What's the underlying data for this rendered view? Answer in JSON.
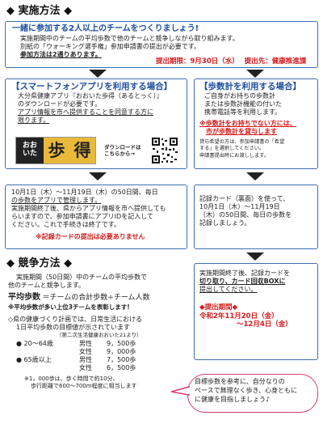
{
  "section1": {
    "title": "実施方法",
    "main_box": {
      "heading": "一緒に参加する2人以上のチームをつくりましょう!",
      "lines": [
        "実施期間中のチームの平均歩数で他のチームと競争しながら取り組みます。",
        "別紙の「ウォーキング選手権」参加申請書の提出が必要です。",
        "参加方法は2通りあります。"
      ],
      "link_text": "「ウォーキング選手権」参加申請書",
      "method_strong": "参加方法は2通り",
      "deadline": "提出期限：9月30日（水）",
      "submit_to": "提出先：健康推進課"
    },
    "smartphone": {
      "heading": "【スマートフォンアプリを利用する場合】",
      "lines": [
        "大分県健康アプリ『おおいた歩得（あるとっく）』",
        "のダウンロードが必要です。",
        "アプリ情報を市へ提供することを同意する方に",
        "限ります。"
      ],
      "app_chars": [
        "おお",
        "いた",
        "歩",
        "得"
      ],
      "qr_note": [
        "ダウンロードは",
        "こちらから→"
      ]
    },
    "pedometer": {
      "heading": "【歩数計を利用する場合】",
      "lines": [
        "ご自身がお持ちの歩数計",
        "または歩数計機能の付いた",
        "携帯電話等を利用します。"
      ],
      "red_lines": [
        "※歩数計をお持ちでない方には、",
        "市が歩数計を貸与します"
      ],
      "small_lines": [
        "貸与希望の方は、参加申請書の「希望",
        "する」を選択してください。",
        "申請書提出時にお渡しします。"
      ]
    },
    "app_period": {
      "lines": [
        "10月1日（木）～11月19日（木）の50日間、毎日",
        "の歩数をアプリで管理します。",
        "実施期間終了後、県からアプリ情報を市へ提供しても",
        "らいますので、参加申請書にアプリIDを記入して",
        "ください。これで手続きは終了です。"
      ],
      "note": "※記録カードの提出は必要ありません"
    },
    "card_period": {
      "lines": [
        "記録カード（裏面）を使って、",
        "10月1日（木）～11月19日",
        "（木）の50日間、毎日の歩数を",
        "記録しましょう。"
      ]
    }
  },
  "section2": {
    "title": "競争方法",
    "intro": [
      "実施期間（50日間）中のチームの平均歩数で",
      "他のチームと競争します。"
    ],
    "formula_label": "平均歩数",
    "formula_rest": "＝チームの合計歩数÷チーム人数",
    "red_note": "※平均歩数が多い上位3チームを表彰します!",
    "plan_lines": [
      "◇県の健康づくり計画では、日常生活における",
      "1日平均歩数の目標値が示されています"
    ],
    "source": "（第二次生活健康おおいた21より）",
    "targets": [
      {
        "group": "● 20～64歳",
        "sex": "男性",
        "steps": "9，500歩"
      },
      {
        "group": "",
        "sex": "女性",
        "steps": "9，000歩"
      },
      {
        "group": "● 65歳以上",
        "sex": "男性",
        "steps": "7，500歩"
      },
      {
        "group": "",
        "sex": "女性",
        "steps": "6，500歩"
      }
    ],
    "footnote": [
      "※1，000歩は、歩く時間で約10分、",
      "歩行距離で600～700m程度に相当します"
    ]
  },
  "right_box": {
    "lines": [
      "実施期間終了後、記録カードを",
      "切り取り、カード回収BOXに",
      "提出してください。"
    ],
    "deadline_label": "◆提出期間◆",
    "deadline_dates": [
      "令和2年11月20日（金）",
      "～12月4日（金）"
    ]
  },
  "bubble": {
    "lines": [
      "目標歩数を参考に、自分なりの",
      "ペースで無理なく歩き、心身ともに",
      "に健康を目指しましょう♪"
    ]
  },
  "colors": {
    "frame": "#3c6fb0",
    "heading": "#1d4e9e",
    "accent": "#d61a1a",
    "bubble": "#d93b6b"
  }
}
